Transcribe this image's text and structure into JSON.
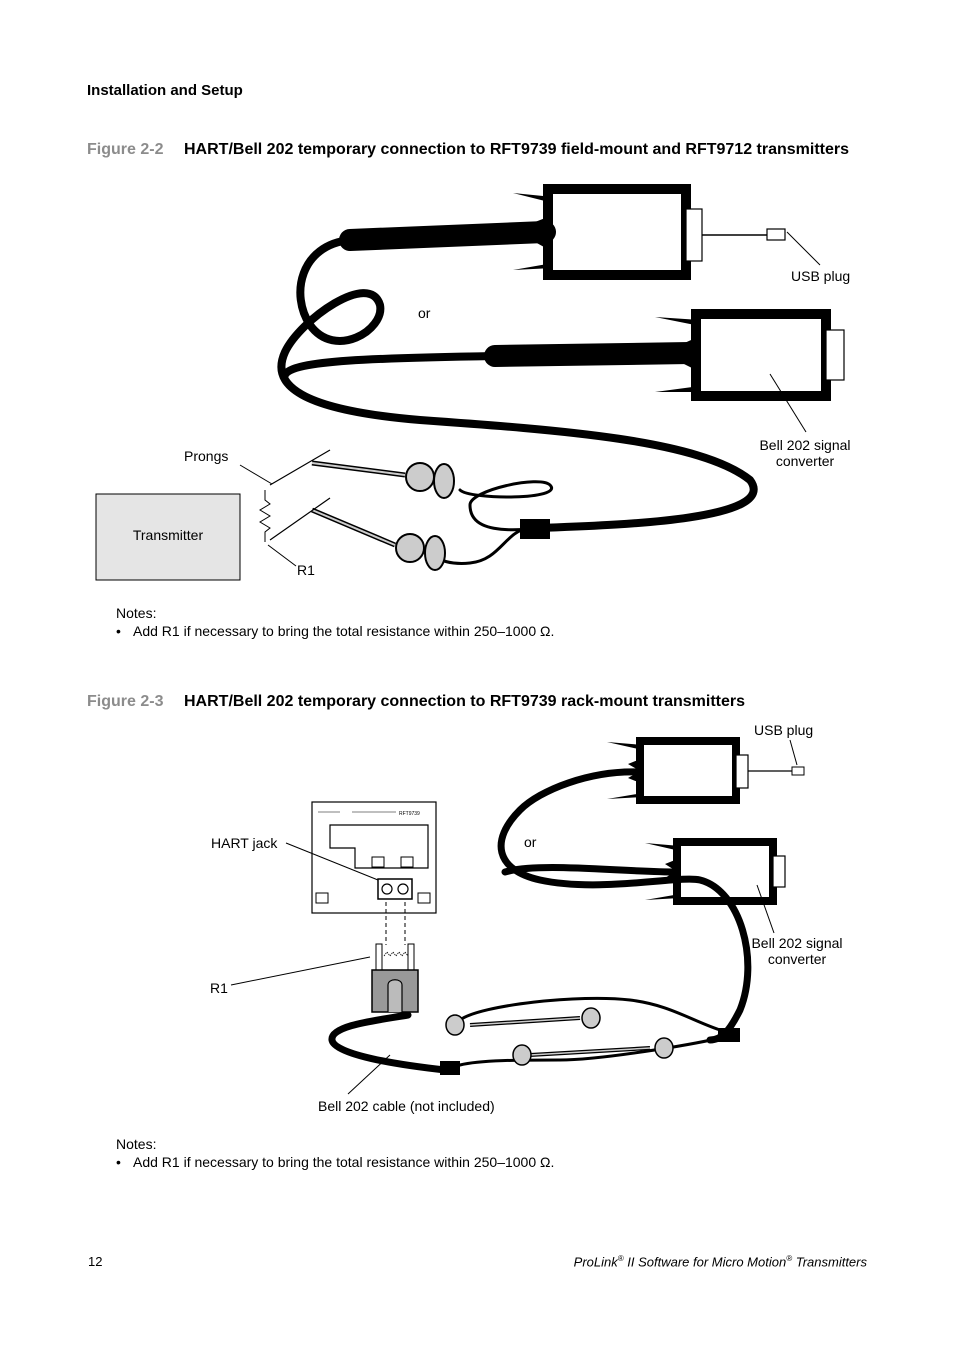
{
  "header": {
    "section": "Installation and Setup"
  },
  "figure1": {
    "number": "Figure 2-2",
    "title": "HART/Bell 202 temporary connection to RFT9739 field-mount and RFT9712 transmitters",
    "labels": {
      "usb_plug": "USB plug",
      "or": "or",
      "bell_line1": "Bell 202 signal",
      "bell_line2": "converter",
      "prongs": "Prongs",
      "transmitter": "Transmitter",
      "r1": "R1"
    },
    "notes_heading": "Notes:",
    "notes": [
      "Add R1 if necessary to bring the total resistance within 250–1000 Ω."
    ]
  },
  "figure2": {
    "number": "Figure 2-3",
    "title": "HART/Bell 202 temporary connection to RFT9739 rack-mount transmitters",
    "labels": {
      "usb_plug": "USB plug",
      "or": "or",
      "hart_jack": "HART jack",
      "bell_line1": "Bell 202 signal",
      "bell_line2": "converter",
      "r1": "R1",
      "cable": "Bell 202 cable (not included)",
      "panel_label": "RFT9739"
    },
    "notes_heading": "Notes:",
    "notes": [
      "Add R1 if necessary to bring the total resistance within 250–1000 Ω."
    ]
  },
  "footer": {
    "page_number": "12",
    "product": "ProLink",
    "reg": "®",
    "middle": " II Software for Micro Motion",
    "reg2": "®",
    "end": " Transmitters"
  }
}
